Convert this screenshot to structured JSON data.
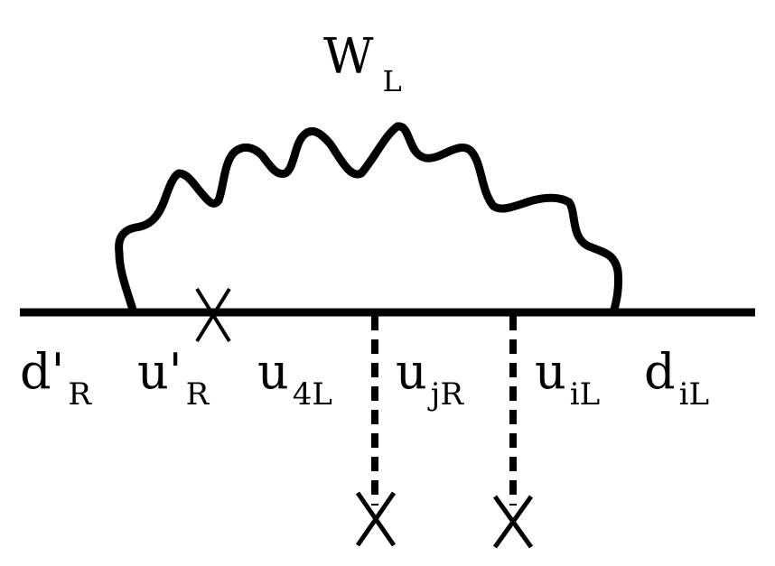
{
  "diagram": {
    "type": "feynman-diagram",
    "boson_label": {
      "symbol": "W",
      "subscript": "L"
    },
    "fermion_labels": [
      {
        "symbol": "d'",
        "subscript": "R"
      },
      {
        "symbol": "u'",
        "subscript": "R"
      },
      {
        "symbol": "u",
        "subscript": "4L"
      },
      {
        "symbol": "u",
        "subscript": "jR"
      },
      {
        "symbol": "u",
        "subscript": "iL"
      },
      {
        "symbol": "d",
        "subscript": "iL"
      }
    ],
    "mass_insertions": [
      "X on fermion line between u'R and u4L",
      "X at end of first dashed line",
      "X at end of second dashed line"
    ],
    "colors": {
      "line": "#000000",
      "background": "#ffffff"
    }
  }
}
